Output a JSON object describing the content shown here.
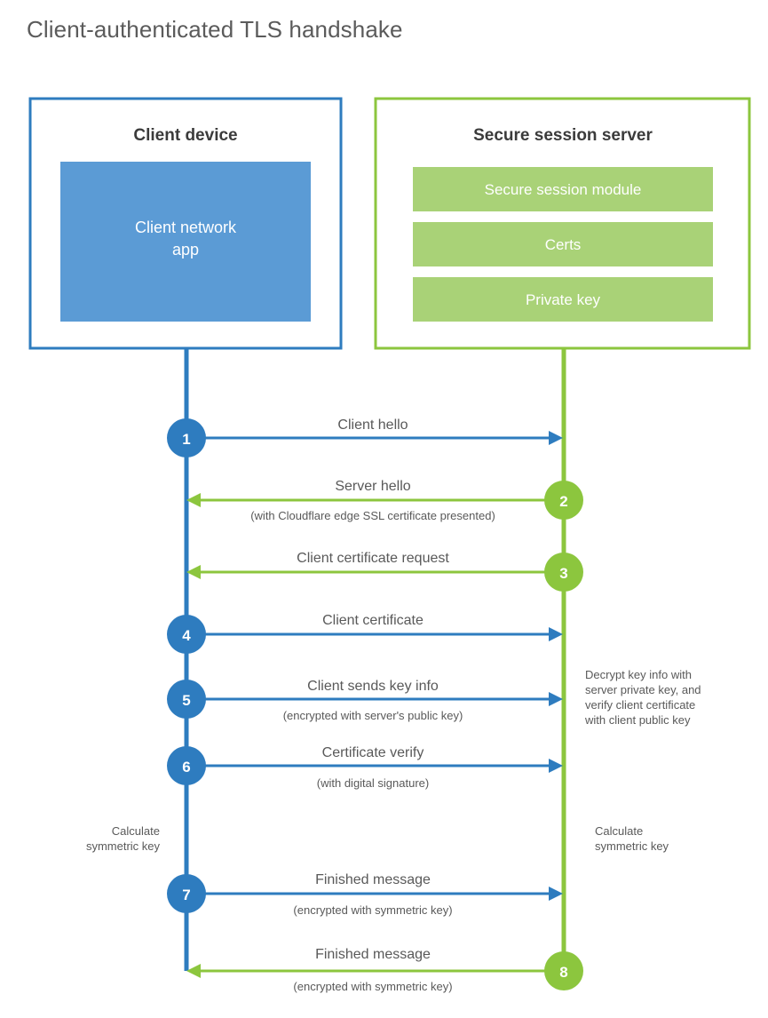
{
  "title": "Client-authenticated TLS handshake",
  "colors": {
    "client_border": "#2E7CBF",
    "client_fill": "#5B9BD5",
    "server_border": "#8CC63E",
    "server_fill": "#A9D277",
    "client_line": "#2E7CBF",
    "server_line": "#8CC63E",
    "text": "#595959",
    "title_text": "#5b5b5b",
    "heading_text": "#3b3b3b",
    "background": "#ffffff"
  },
  "client_panel": {
    "title": "Client device",
    "app_label_line1": "Client network",
    "app_label_line2": "app"
  },
  "server_panel": {
    "title": "Secure session server",
    "chips": [
      {
        "label": "Secure session module"
      },
      {
        "label": "Certs"
      },
      {
        "label": "Private key"
      }
    ]
  },
  "lifelines": {
    "client_label": "Client device lifeline",
    "server_label": "Secure session server lifeline"
  },
  "steps": [
    {
      "number": "1",
      "label": "Client hello",
      "sublabel": "",
      "direction": "client-to-server",
      "color": "#2E7CBF"
    },
    {
      "number": "2",
      "label": "Server hello",
      "sublabel": "(with Cloudflare edge SSL certificate presented)",
      "direction": "server-to-client",
      "color": "#8CC63E"
    },
    {
      "number": "3",
      "label": "Client certificate request",
      "sublabel": "",
      "direction": "server-to-client",
      "color": "#8CC63E"
    },
    {
      "number": "4",
      "label": "Client certificate",
      "sublabel": "",
      "direction": "client-to-server",
      "color": "#2E7CBF"
    },
    {
      "number": "5",
      "label": "Client sends key info",
      "sublabel": "(encrypted with server's public key)",
      "direction": "client-to-server",
      "color": "#2E7CBF"
    },
    {
      "number": "6",
      "label": "Certificate verify",
      "sublabel": "(with digital signature)",
      "direction": "client-to-server",
      "color": "#2E7CBF"
    },
    {
      "number": "7",
      "label": "Finished message",
      "sublabel": "(encrypted with symmetric key)",
      "direction": "client-to-server",
      "color": "#2E7CBF"
    },
    {
      "number": "8",
      "label": "Finished message",
      "sublabel": "(encrypted with symmetric key)",
      "direction": "server-to-client",
      "color": "#8CC63E"
    }
  ],
  "annotations": {
    "server_decrypt": {
      "lines": [
        "Decrypt key info with",
        "server private key, and",
        "verify client certificate",
        "with client public key"
      ]
    },
    "client_calculate": {
      "lines": [
        "Calculate",
        "symmetric key"
      ]
    },
    "server_calculate": {
      "lines": [
        "Calculate",
        "symmetric key"
      ]
    }
  }
}
